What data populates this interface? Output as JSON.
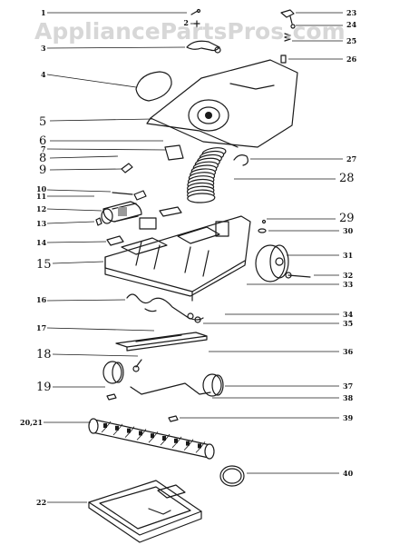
{
  "watermark": "AppliancePartsPros.com",
  "callouts": [
    {
      "label": "1",
      "size": "sm"
    },
    {
      "label": "2",
      "size": "sm"
    },
    {
      "label": "3",
      "size": "sm"
    },
    {
      "label": "4",
      "size": "sm"
    },
    {
      "label": "5",
      "size": "lg"
    },
    {
      "label": "6",
      "size": "lg"
    },
    {
      "label": "7",
      "size": "sm"
    },
    {
      "label": "8",
      "size": "lg"
    },
    {
      "label": "9",
      "size": "lg"
    },
    {
      "label": "10",
      "size": "sm"
    },
    {
      "label": "11",
      "size": "sm"
    },
    {
      "label": "12",
      "size": "sm"
    },
    {
      "label": "13",
      "size": "sm"
    },
    {
      "label": "14",
      "size": "sm"
    },
    {
      "label": "15",
      "size": "lg"
    },
    {
      "label": "16",
      "size": "sm"
    },
    {
      "label": "17",
      "size": "sm"
    },
    {
      "label": "18",
      "size": "lg"
    },
    {
      "label": "19",
      "size": "lg"
    },
    {
      "label": "20,21",
      "size": "sm"
    },
    {
      "label": "22",
      "size": "sm"
    },
    {
      "label": "23",
      "size": "sm"
    },
    {
      "label": "24",
      "size": "sm"
    },
    {
      "label": "25",
      "size": "sm"
    },
    {
      "label": "26",
      "size": "sm"
    },
    {
      "label": "27",
      "size": "sm"
    },
    {
      "label": "28",
      "size": "lg"
    },
    {
      "label": "29",
      "size": "lg"
    },
    {
      "label": "30",
      "size": "sm"
    },
    {
      "label": "31",
      "size": "sm"
    },
    {
      "label": "32",
      "size": "sm"
    },
    {
      "label": "33",
      "size": "sm"
    },
    {
      "label": "34",
      "size": "sm"
    },
    {
      "label": "35",
      "size": "sm"
    },
    {
      "label": "36",
      "size": "sm"
    },
    {
      "label": "37",
      "size": "sm"
    },
    {
      "label": "38",
      "size": "sm"
    },
    {
      "label": "39",
      "size": "sm"
    },
    {
      "label": "40",
      "size": "sm"
    }
  ]
}
